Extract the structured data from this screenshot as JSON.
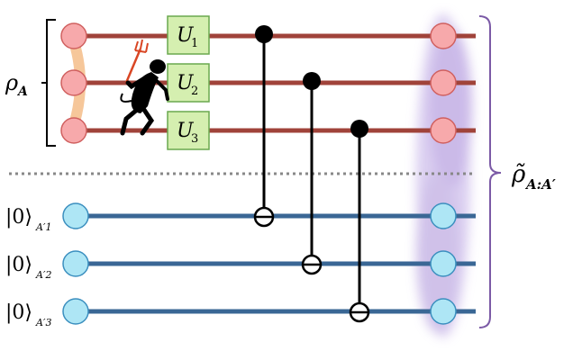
{
  "labels": {
    "rho_a_base": "ρ",
    "rho_a_sub": "A",
    "rho_tilde_base": "ρ̃",
    "rho_tilde_sub": "A:A′",
    "ket": "|0⟩",
    "ancilla_subs": [
      "A′1",
      "A′2",
      "A′3"
    ]
  },
  "unitaries": [
    {
      "base": "U",
      "sub": "1"
    },
    {
      "base": "U",
      "sub": "2"
    },
    {
      "base": "U",
      "sub": "3"
    }
  ],
  "colors": {
    "system_wire": "#a0433a",
    "ancilla_wire": "#3a6795",
    "system_qubit_fill": "#f7a9ab",
    "system_qubit_stroke": "#d0605f",
    "ancilla_qubit_fill": "#aee6f5",
    "ancilla_qubit_stroke": "#3b8fbf",
    "gate_fill": "#d5efb0",
    "gate_stroke": "#6aa84f",
    "entangle_cloud": "#c8b7e6",
    "entangle_link": "#f6c79a",
    "divider": "#888888",
    "bracket": "#7b5aa6",
    "demon": "#000000",
    "pitchfork": "#d94624"
  },
  "icons": {
    "demon": "devil-with-pitchfork-icon"
  }
}
